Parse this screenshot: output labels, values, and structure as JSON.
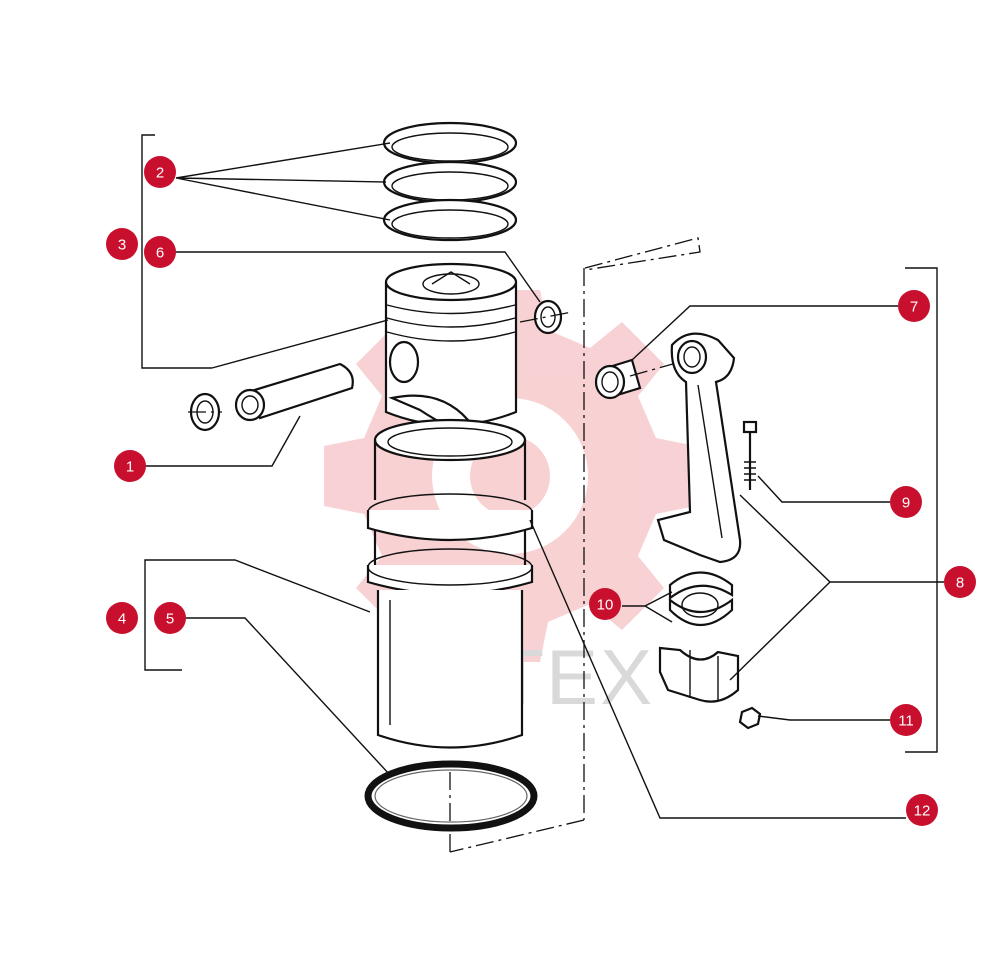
{
  "diagram": {
    "watermark": {
      "text": "ИНТЕХ",
      "color": "#d9d9d9",
      "gear_color": "#f7c9cc"
    },
    "callout_color": "#c8102e",
    "callouts": [
      {
        "id": "1",
        "label": "1"
      },
      {
        "id": "2",
        "label": "2"
      },
      {
        "id": "3",
        "label": "3"
      },
      {
        "id": "4",
        "label": "4"
      },
      {
        "id": "5",
        "label": "5"
      },
      {
        "id": "6",
        "label": "6"
      },
      {
        "id": "7",
        "label": "7"
      },
      {
        "id": "8",
        "label": "8"
      },
      {
        "id": "9",
        "label": "9"
      },
      {
        "id": "10",
        "label": "10"
      },
      {
        "id": "11",
        "label": "11"
      },
      {
        "id": "12",
        "label": "12"
      }
    ],
    "parts": [
      "piston-ring",
      "piston",
      "piston-pin",
      "retaining-ring",
      "cylinder-liner",
      "liner-seal-ring",
      "small-end-bushing",
      "connecting-rod",
      "rod-bolt",
      "bearing-shell",
      "rod-cap",
      "nut"
    ]
  }
}
